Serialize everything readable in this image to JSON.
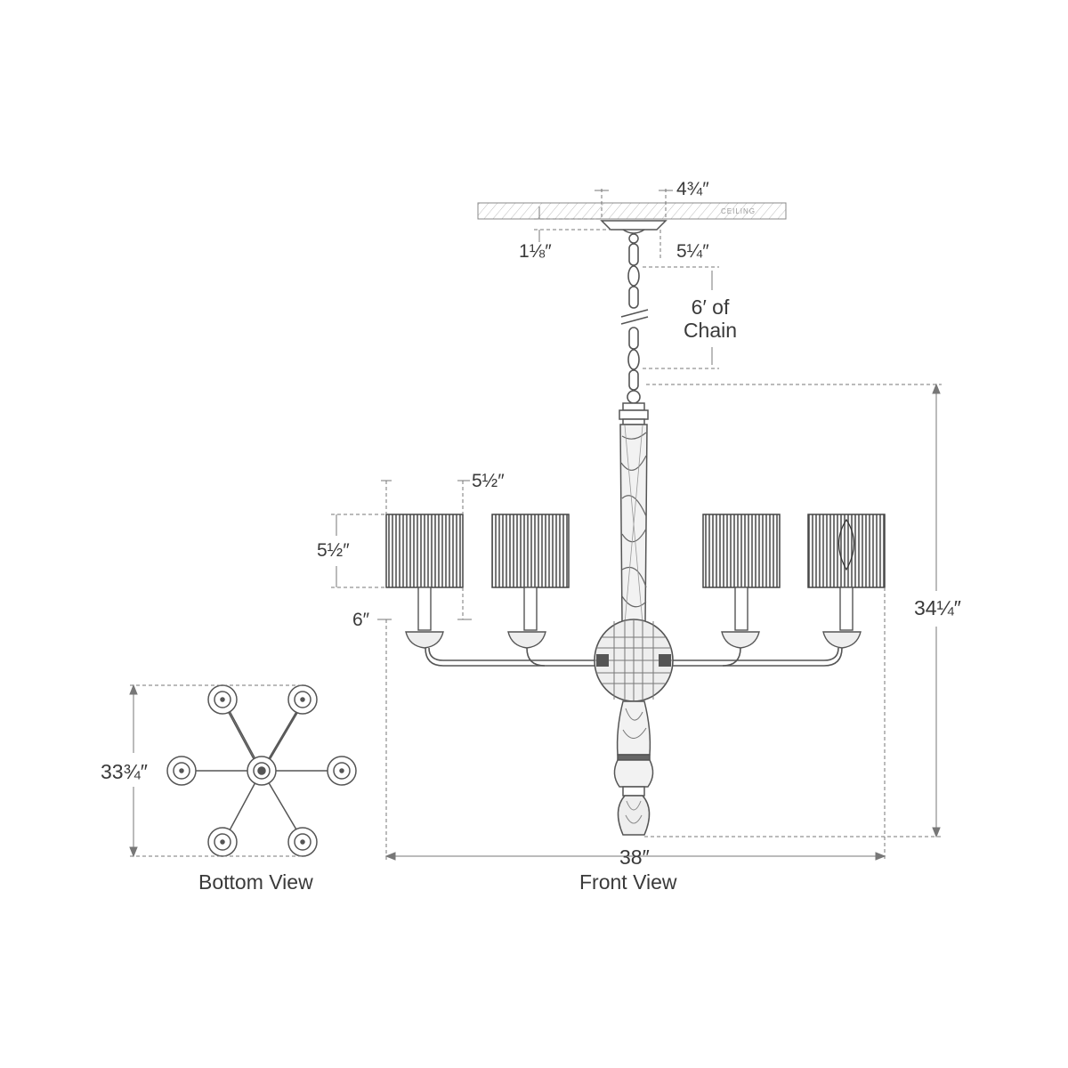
{
  "dimensions": {
    "canopy_width": "4¾″",
    "canopy_height": "1⅛″",
    "canopy_offset": "5¼″",
    "chain_line1": "6′ of",
    "chain_line2": "Chain",
    "shade_width": "5½″",
    "shade_height": "5½″",
    "socket_height": "6″",
    "overall_height": "34¼″",
    "overall_width": "38″",
    "bottom_diameter": "33¾″"
  },
  "ceiling_label": "CEILING",
  "views": {
    "bottom": "Bottom View",
    "front": "Front View"
  },
  "colors": {
    "line": "#555555",
    "dim": "#777777",
    "shade": "#3d3d3d"
  }
}
